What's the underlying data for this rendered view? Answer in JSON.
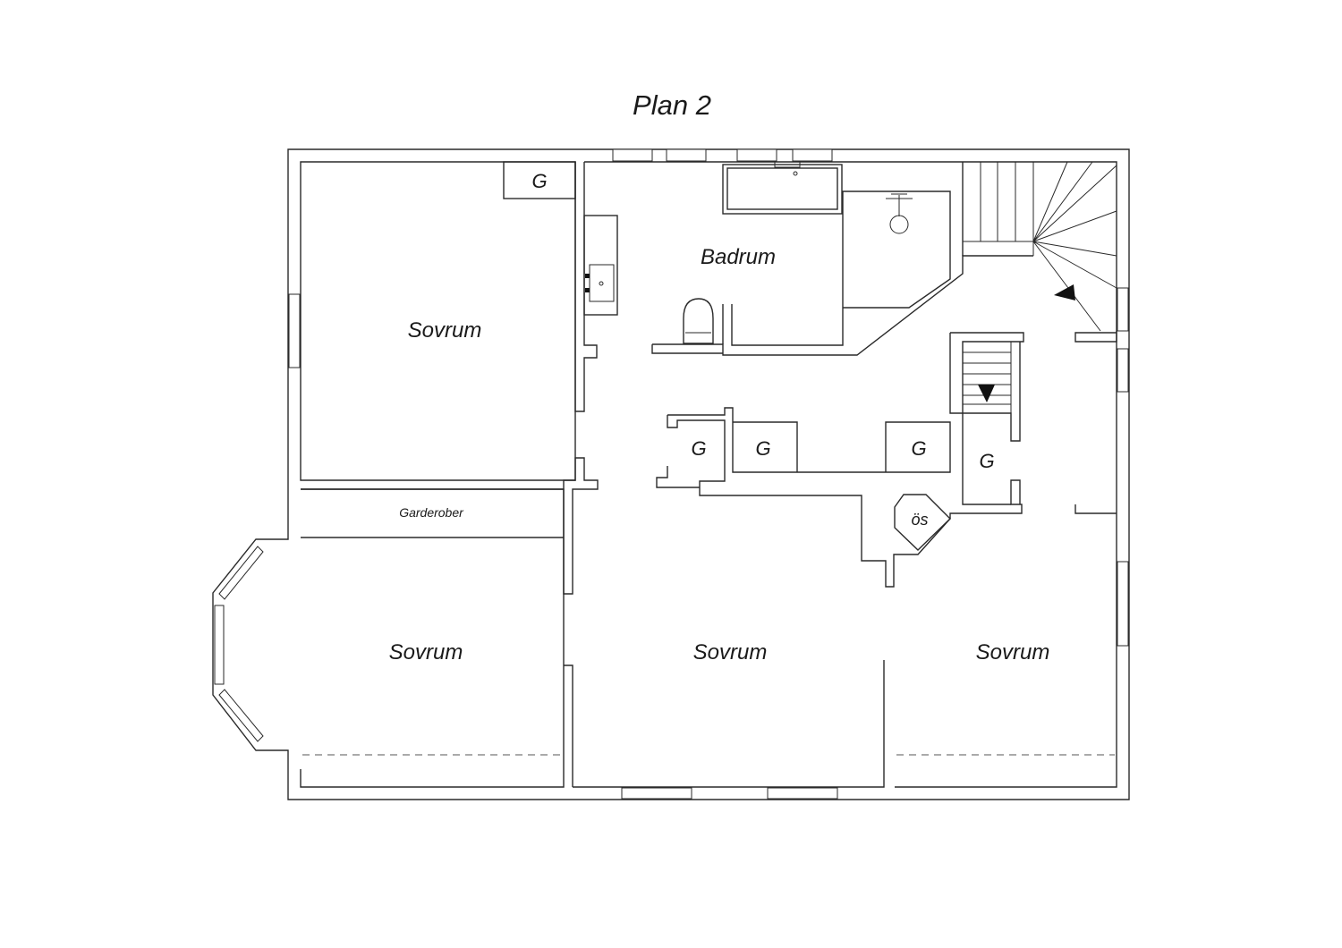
{
  "title": "Plan 2",
  "rooms": {
    "sovrum_nw": "Sovrum",
    "badrum": "Badrum",
    "garderober": "Garderober",
    "sovrum_sw": "Sovrum",
    "sovrum_s": "Sovrum",
    "sovrum_se": "Sovrum",
    "os": "ös"
  },
  "closets": {
    "g_sovrum": "G",
    "g_hall_1": "G",
    "g_hall_2": "G",
    "g_hall_3": "G",
    "g_hall_4": "G"
  },
  "colors": {
    "line": "#2a2a2a",
    "background": "#ffffff"
  }
}
